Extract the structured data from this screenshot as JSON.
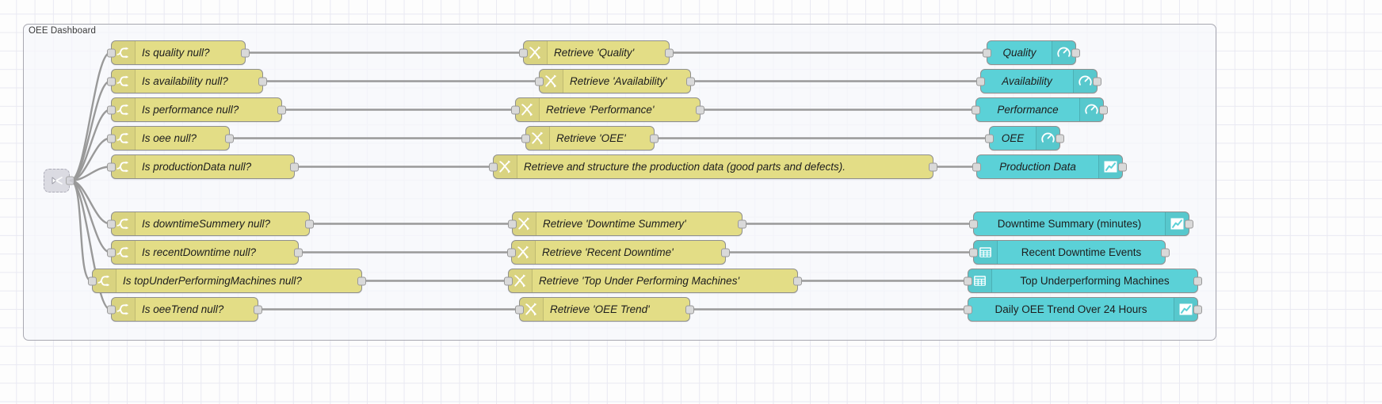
{
  "editor": {
    "canvas_background": "#fdfdfd",
    "grid_color": "#e9e9f2"
  },
  "group": {
    "label": "OEE Dashboard",
    "border_color": "#a8a8b0"
  },
  "palette": {
    "switch_node_color": "#e3dd86",
    "change_node_color": "#e3dd86",
    "dashboard_node_color": "#5bd1d7",
    "wire_color": "#999999",
    "port_color": "#d9d9d9"
  },
  "inject": {
    "name": "inject-trigger",
    "icon": "inject-arrow-icon"
  },
  "rows": [
    {
      "switch": {
        "label": "Is quality null?",
        "icon": "switch-icon"
      },
      "change": {
        "label": "Retrieve 'Quality'",
        "icon": "change-icon"
      },
      "dashboard": {
        "label": "Quality",
        "icon": "gauge-icon",
        "icon_side": "right",
        "italic": true
      }
    },
    {
      "switch": {
        "label": "Is availability null?",
        "icon": "switch-icon"
      },
      "change": {
        "label": "Retrieve 'Availability'",
        "icon": "change-icon"
      },
      "dashboard": {
        "label": "Availability",
        "icon": "gauge-icon",
        "icon_side": "right",
        "italic": true
      }
    },
    {
      "switch": {
        "label": "Is performance null?",
        "icon": "switch-icon"
      },
      "change": {
        "label": "Retrieve 'Performance'",
        "icon": "change-icon"
      },
      "dashboard": {
        "label": "Performance",
        "icon": "gauge-icon",
        "icon_side": "right",
        "italic": true
      }
    },
    {
      "switch": {
        "label": "Is oee null?",
        "icon": "switch-icon"
      },
      "change": {
        "label": "Retrieve 'OEE'",
        "icon": "change-icon"
      },
      "dashboard": {
        "label": "OEE",
        "icon": "gauge-icon",
        "icon_side": "right",
        "italic": true
      }
    },
    {
      "switch": {
        "label": "Is productionData null?",
        "icon": "switch-icon"
      },
      "change": {
        "label": "Retrieve and structure the production data (good parts and defects).",
        "icon": "change-icon"
      },
      "dashboard": {
        "label": "Production Data",
        "icon": "chart-line-icon",
        "icon_side": "right",
        "italic": true
      }
    },
    {
      "switch": {
        "label": "Is downtimeSummery null?",
        "icon": "switch-icon"
      },
      "change": {
        "label": "Retrieve 'Downtime Summery'",
        "icon": "change-icon"
      },
      "dashboard": {
        "label": "Downtime Summary (minutes)",
        "icon": "chart-line-icon",
        "icon_side": "right",
        "italic": false
      }
    },
    {
      "switch": {
        "label": "Is recentDowntime null?",
        "icon": "switch-icon"
      },
      "change": {
        "label": "Retrieve 'Recent Downtime'",
        "icon": "change-icon"
      },
      "dashboard": {
        "label": "Recent Downtime Events",
        "icon": "table-icon",
        "icon_side": "left",
        "italic": false
      }
    },
    {
      "switch": {
        "label": "Is topUnderPerformingMachines null?",
        "icon": "switch-icon"
      },
      "change": {
        "label": "Retrieve 'Top Under Performing Machines'",
        "icon": "change-icon"
      },
      "dashboard": {
        "label": "Top Underperforming Machines",
        "icon": "table-icon",
        "icon_side": "left",
        "italic": false
      }
    },
    {
      "switch": {
        "label": "Is oeeTrend null?",
        "icon": "switch-icon"
      },
      "change": {
        "label": "Retrieve 'OEE Trend'",
        "icon": "change-icon"
      },
      "dashboard": {
        "label": "Daily OEE Trend Over 24 Hours",
        "icon": "chart-line-icon",
        "icon_side": "right",
        "italic": false
      }
    }
  ]
}
